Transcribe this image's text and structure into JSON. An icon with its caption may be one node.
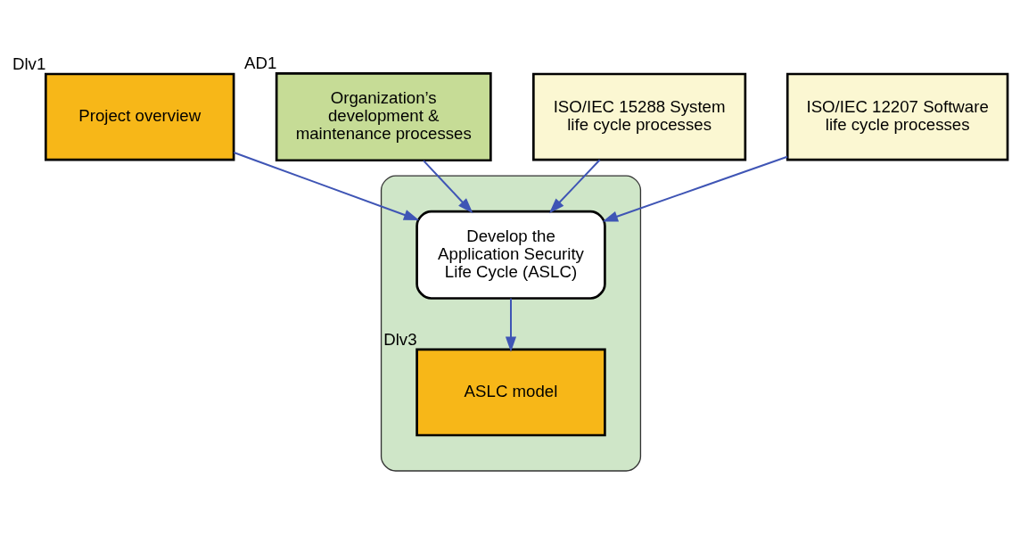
{
  "diagram": {
    "nodes": [
      {
        "text": [
          "Project overview"
        ],
        "beside": [
          "Dlv1"
        ]
      },
      {
        "text": [
          "Organization’s development & maintenance processes"
        ],
        "beside": [
          "AD1"
        ]
      },
      {
        "text": [
          "ISO/IEC 15288 System life cycle processes"
        ]
      },
      {
        "text": [
          "ISO/IEC 12207 Software life cycle processes"
        ]
      },
      {
        "text": [],
        "shape": "box"
      },
      {
        "text": [
          "Develop the Application Security Life Cycle (ASLC)"
        ],
        "in": 4
      },
      {
        "text": [
          "ASLC model"
        ],
        "in": 4,
        "beside": [
          "Dlv3"
        ]
      }
    ],
    "edges": [
      {
        "from": 0,
        "to": 5,
        "arrow": "to"
      },
      {
        "from": 1,
        "to": 5,
        "arrow": "to"
      },
      {
        "from": 2,
        "to": 5,
        "arrow": "to"
      },
      {
        "from": 3,
        "to": 5,
        "arrow": "to"
      },
      {
        "from": 5,
        "to": 6,
        "arrow": "to"
      }
    ]
  }
}
